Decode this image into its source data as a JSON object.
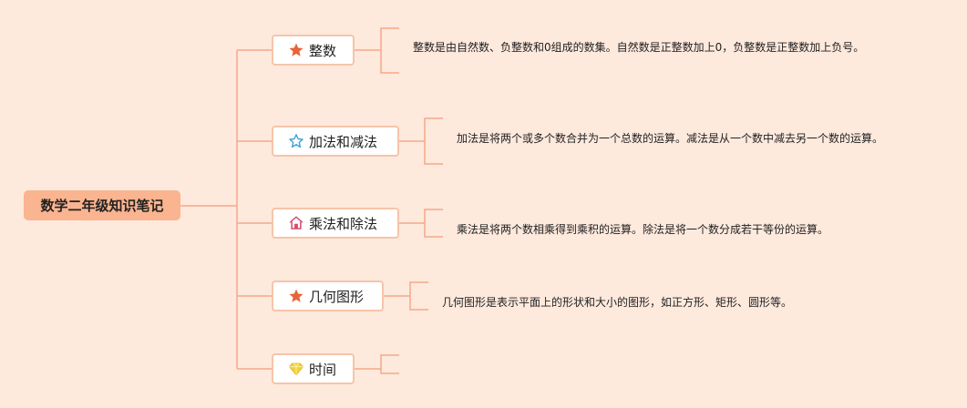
{
  "root": {
    "label": "数学二年级知识笔记"
  },
  "topics": [
    {
      "label": "整数",
      "icon": "star-filled-icon",
      "description": "整数是由自然数、负整数和0组成的数集。自然数是正整数加上0，负整数是正整数加上负号。"
    },
    {
      "label": "加法和减法",
      "icon": "star-outline-icon",
      "description": "加法是将两个或多个数合并为一个总数的运算。减法是从一个数中减去另一个数的运算。"
    },
    {
      "label": "乘法和除法",
      "icon": "house-icon",
      "description": "乘法是将两个数相乘得到乘积的运算。除法是将一个数分成若干等份的运算。"
    },
    {
      "label": "几何图形",
      "icon": "star-filled-icon",
      "description": "几何图形是表示平面上的形状和大小的图形，如正方形、矩形、圆形等。"
    },
    {
      "label": "时间",
      "icon": "diamond-icon",
      "description": ""
    }
  ],
  "colors": {
    "background": "#fee9dd",
    "root": "#fab48f",
    "line": "#f4a98a",
    "star": "#e8643a",
    "star_outline": "#3aa0d8",
    "house": "#d44a6a",
    "diamond": "#f2d03a"
  }
}
